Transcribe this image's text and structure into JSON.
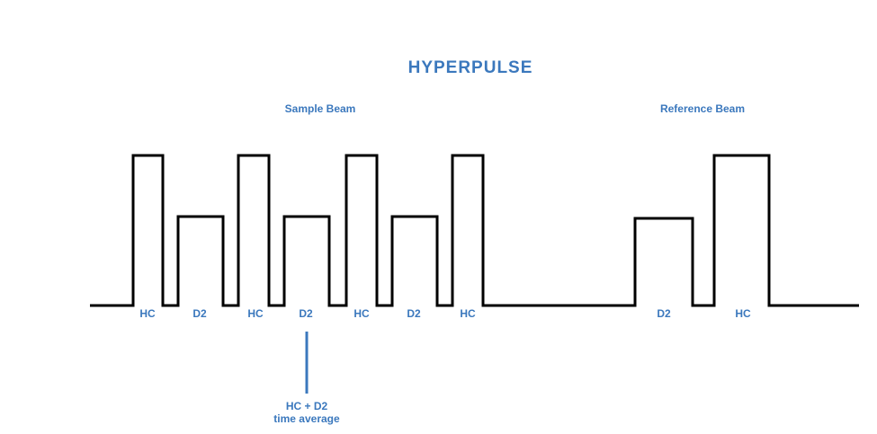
{
  "title": "HYPERPULSE",
  "beams": {
    "sample": "Sample Beam",
    "reference": "Reference Beam"
  },
  "pulses": [
    "HC",
    "D2",
    "HC",
    "D2",
    "HC",
    "D2",
    "HC",
    "D2",
    "HC"
  ],
  "annotation": {
    "line1": "HC + D2",
    "line2": "time average"
  },
  "colors": {
    "text": "#3b78bd",
    "waveform": "#000000",
    "marker": "#3b78bd"
  }
}
